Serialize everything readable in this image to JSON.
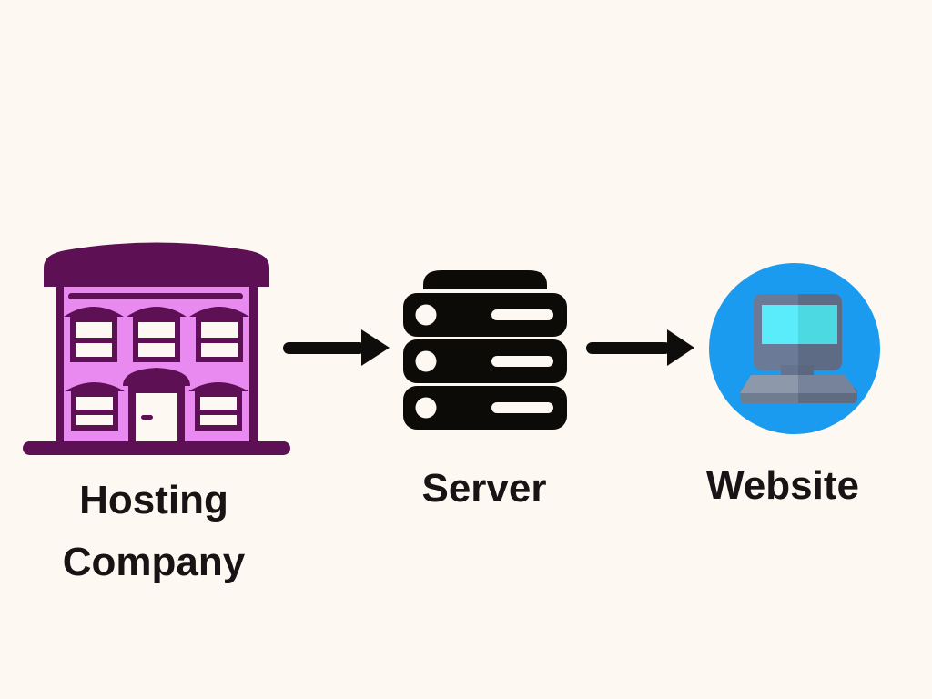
{
  "colors": {
    "background": "#fdf8f1",
    "text": "#181314",
    "building_dark": "#5d1054",
    "building_wall": "#e98af1",
    "window_fill": "#fdf8f1",
    "server_black": "#0d0b08",
    "arrow_black": "#0f0d0b",
    "circle_blue": "#1a9bf0",
    "monitor_gray": "#6b7a96",
    "monitor_gray_dark": "#5d6b85",
    "screen_cyan": "#5becfb",
    "screen_cyan_dark": "#4dd9e2",
    "stand_gray": "#66738e",
    "stand_gray_dark": "#5a677f",
    "keyboard_gray": "#8d98ab",
    "keyboard_gray_dark": "#76839b",
    "keyboard_edge": "#707c90",
    "keyboard_edge_dark": "#5f6b80"
  },
  "diagram": {
    "nodes": [
      {
        "id": "hosting-company",
        "label": "Hosting Company",
        "lines": [
          "Hosting",
          "Company"
        ],
        "icon": "building-icon"
      },
      {
        "id": "server",
        "label": "Server",
        "lines": [
          "Server"
        ],
        "icon": "server-rack-icon"
      },
      {
        "id": "website",
        "label": "Website",
        "lines": [
          "Website"
        ],
        "icon": "desktop-computer-icon"
      }
    ],
    "connectors": [
      {
        "from": "hosting-company",
        "to": "server",
        "shape": "right-arrow"
      },
      {
        "from": "server",
        "to": "website",
        "shape": "right-arrow"
      }
    ]
  }
}
